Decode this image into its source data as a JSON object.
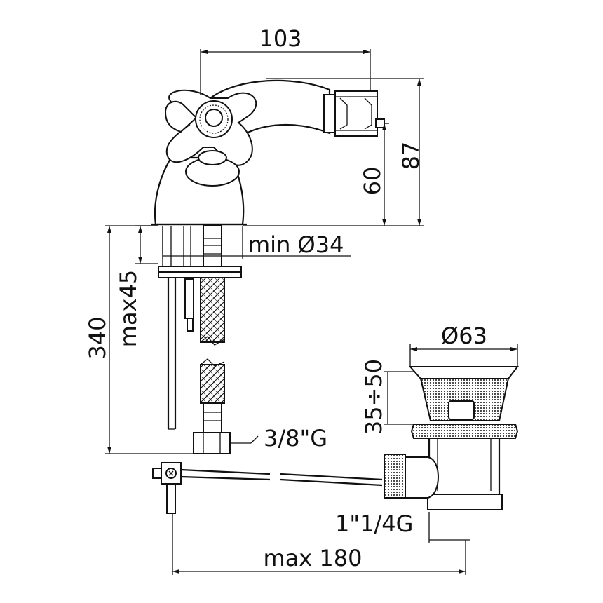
{
  "labels": {
    "spout_reach": "103",
    "total_height": "87",
    "spout_height": "60",
    "min_hole": "min Ø34",
    "max_deck": "max45",
    "hose_length": "340",
    "hose_thread": "3/8\"G",
    "waste_diameter": "Ø63",
    "waste_range": "35÷50",
    "waste_thread": "1\"1/4G",
    "max_length": "max 180"
  }
}
